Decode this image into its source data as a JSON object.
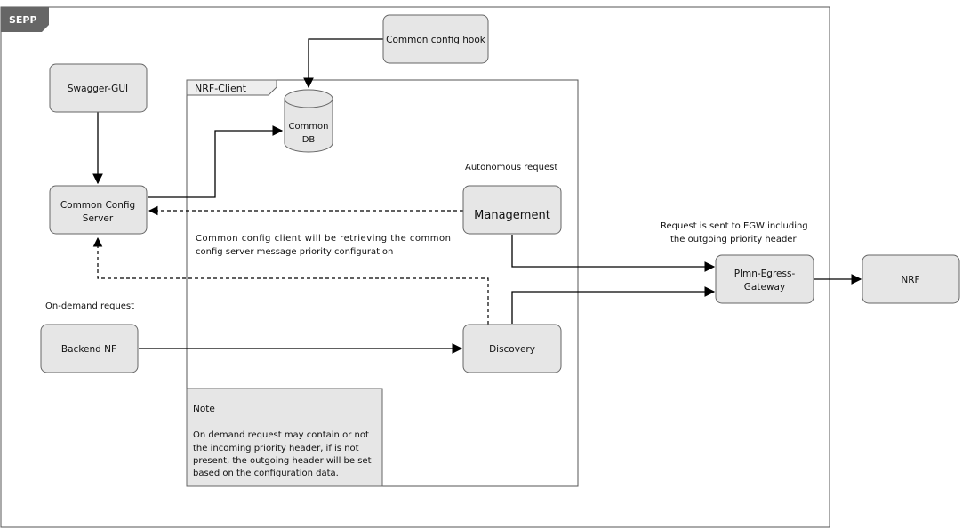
{
  "sepp_label": "SEPP",
  "nrf_client_label": "NRF-Client",
  "nodes": {
    "common_config_hook": "Common config hook",
    "swagger_gui": "Swagger-GUI",
    "common_db": [
      "Common",
      "DB"
    ],
    "common_config_server": [
      "Common Config",
      "Server"
    ],
    "management": "Management",
    "discovery": "Discovery",
    "backend_nf": "Backend NF",
    "plmn_egress_gateway": [
      "Plmn-Egress-",
      "Gateway"
    ],
    "nrf": "NRF"
  },
  "labels": {
    "autonomous_request": "Autonomous request",
    "on_demand_request": "On-demand request",
    "retrieve_note": [
      "Common config client will be retrieving the common",
      "config server message priority configuration"
    ],
    "egw_note": [
      "Request is sent to EGW including",
      "the outgoing priority header"
    ]
  },
  "note": {
    "title": "Note",
    "lines": [
      "On demand request may contain or not",
      "the incoming priority header, if is not",
      "present, the outgoing header will be set",
      "based on the configuration data."
    ]
  },
  "colors": {
    "box_fill": "#e6e6e6",
    "box_stroke": "#666666",
    "tab_fill": "#666666",
    "background": "#ffffff"
  }
}
